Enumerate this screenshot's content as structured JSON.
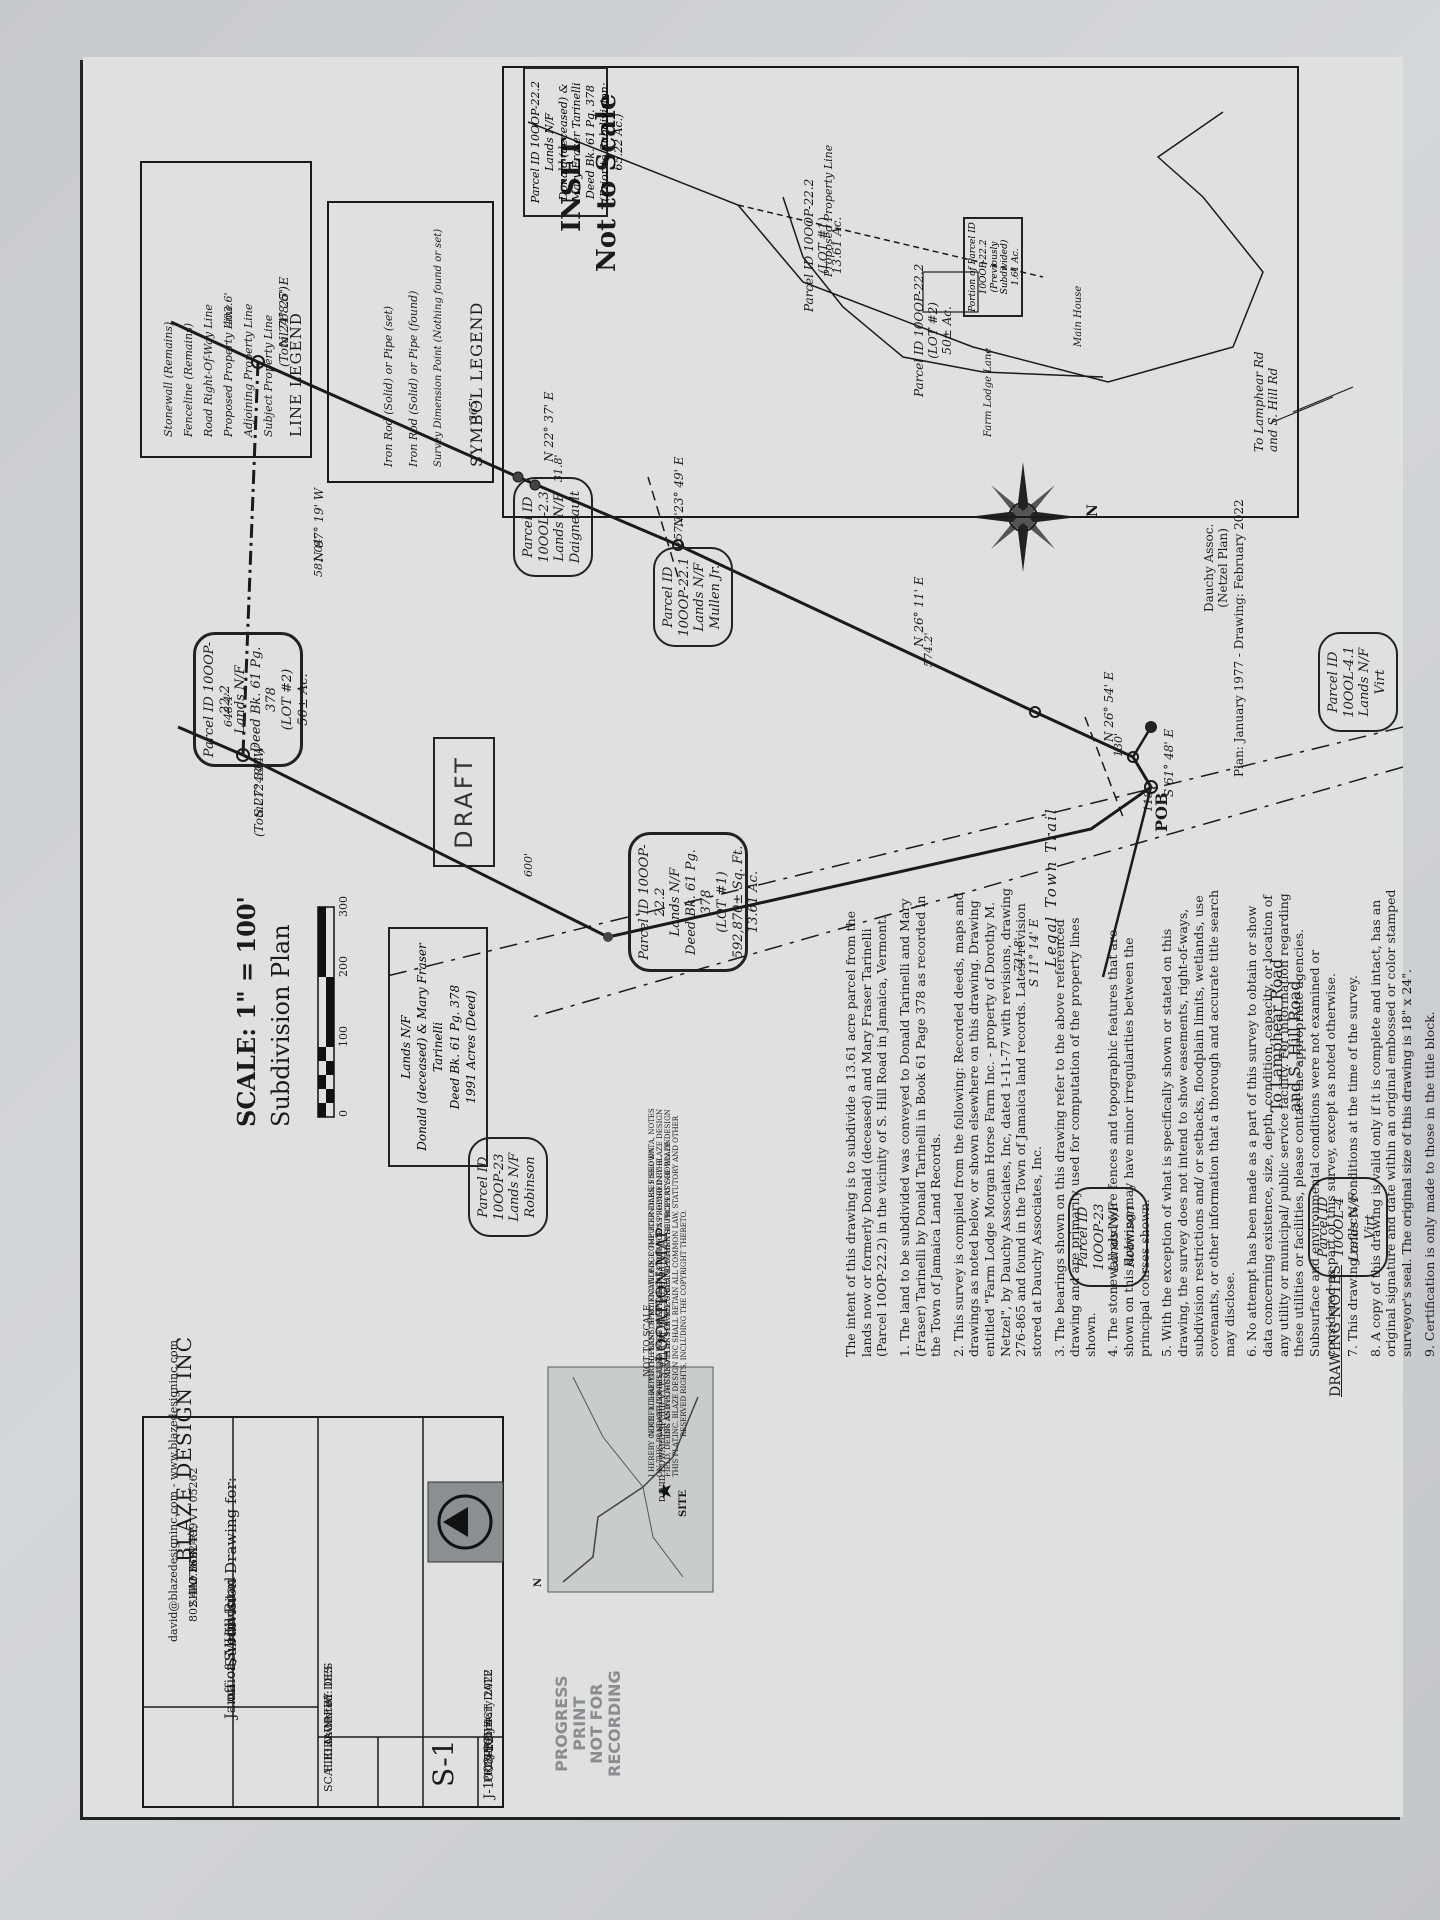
{
  "inset": {
    "title": "INSET",
    "subtitle": "Not to Scale",
    "parcel_box": [
      "Parcel ID 10OOP-22.2",
      "Lands N/F",
      "Donald (deceased) &",
      "Mary Fraser Tarinelli",
      "Deed Bk. 61 Pg. 378",
      "(Prior to Subdivision: 65.22 Ac.)"
    ],
    "lot1": [
      "Parcel ID 10OOP-22.2",
      "(LOT #1)",
      "13.61 Ac."
    ],
    "lot2": [
      "Parcel ID 10OOP-22.2",
      "(LOT #2)",
      "50± Ac."
    ],
    "subdivided": [
      "Portion of Parcel ID",
      "10OOP-22.2",
      "(Previously Subdivided)",
      "1.61 Ac."
    ],
    "proposed_line": "Proposed Property Line",
    "farm_lane": "Farm Lodge Lane",
    "main_house": "Main House",
    "road_label": [
      "To Lamphear Rd",
      "and S. Hill Rd"
    ]
  },
  "reference": {
    "survey_by": "Dauchy Assoc.",
    "survey_plan": "(Netzel Plan)",
    "plan_dates": "Plan: January 1977 - Drawing: February 2022",
    "north": "N"
  },
  "symbol_legend": {
    "title": "SYMBOL LEGEND",
    "items": [
      "Iron Rod (Solid) or Pipe (set)",
      "Iron Rod (Solid) or Pipe (found)",
      "Survey Dimension Point (Nothing found or set)"
    ]
  },
  "line_legend": {
    "title": "LINE LEGEND",
    "items": [
      "Subject Property Line",
      "Adjoining Property Line",
      "Proposed Property Line",
      "Road Right-Of-Way Line",
      "Fenceline (Remains)",
      "Stonewall (Remains)"
    ]
  },
  "parcels": {
    "daigneault": [
      "Parcel ID 10OOL-2.3",
      "Lands N/F",
      "Daigneault"
    ],
    "mullen": [
      "Parcel ID 10OOP-22.1",
      "Lands N/F",
      "Mullen Jr."
    ],
    "virt1": [
      "Parcel ID 10OOL-4.1",
      "Lands N/F",
      "Virt"
    ],
    "virt2": [
      "Parcel ID 10OOL-4",
      "Lands N/F",
      "Virt"
    ],
    "robinson1": [
      "Parcel ID 10OOP-23",
      "Lands N/F",
      "Robinson"
    ],
    "robinson2": [
      "Parcel ID 10OOP-23",
      "Lands N/F",
      "Robinson"
    ],
    "lot1": [
      "Parcel ID 10OOP-22.2",
      "Lands N/F",
      "Deed Bk. 61 Pg. 378",
      "(LOT #1)",
      "592,870± Sq. Ft.",
      "13.61 Ac."
    ],
    "lot2": [
      "Parcel ID 10OOP-22.2",
      "Lands N/F",
      "Deed Bk. 61 Pg. 378",
      "(LOT #2)",
      "50± Ac."
    ],
    "tarinelli": [
      "Lands N/F",
      "Donald (deceased) & Mary Fraser Tarinelli",
      "Deed Bk. 61 Pg. 378",
      "1991 Acres (Deed)"
    ]
  },
  "bearings": {
    "b1": "N 24° 25' E",
    "b1t": "(Total 768.6')",
    "b1d": "403.6'",
    "b1d2": "365'",
    "b2": "N 22° 37' E",
    "b2d": "31.8'",
    "b3": "N 23° 49' E",
    "b3d": "257.2'",
    "b4": "N 26° 11' E",
    "b4d": "574.2'",
    "b5": "N 26° 54' E",
    "b5d": "130'",
    "b6": "S 61° 48' E",
    "b6d": "118'",
    "b7": "S 11° 14' E",
    "b7d": "721.8'",
    "b8": "S 27° 34' W",
    "b8t": "(Total 1248.4')",
    "b8d": "648.4'",
    "b8d2": "600'",
    "b9": "N 87° 19' W",
    "b9d": "581.04'",
    "pob": "POB"
  },
  "road": {
    "trail": "Legal Town Trail",
    "to_road": [
      "To Lamphear Road",
      "and S. Hill Road"
    ]
  },
  "draft": "DRAFT",
  "scale_bar": {
    "ticks": [
      "0",
      "100",
      "200",
      "300"
    ],
    "title": "Subdivision Plan",
    "scale": "SCALE:    1\" = 100'"
  },
  "notes": {
    "title": "DRAWING NOTES",
    "intro": "The intent of this drawing is to subdivide a 13.61 acre parcel from the lands now or formerly Donald (deceased) and Mary Fraser Tarinelli (Parcel 10OP-22.2) in the vicinity of S. Hill Road in Jamaica, Vermont.",
    "items": [
      "1.  The land to be subdivided was conveyed to Donald Tarinelli and Mary (Fraser) Tarinelli by Donald Tarinelli in Book 61 Page 378 as recorded in the Town of Jamaica Land Records.",
      "2.  This survey is compiled from the following: Recorded deeds, maps and drawings as noted below, or shown elsewhere on this drawing. Drawing entitled \"Farm Lodge Morgan Horse Farm Inc. - property of Dorothy M. Netzel\", by Dauchy Associates, Inc, dated 1-11-77 with revisions, drawing 276-865 and found in the Town of Jamaica land records. Latest revision stored at Dauchy Associates, Inc.",
      "3.  The bearings shown on this drawing refer to the above referenced drawing and are primarily used for computation of the property lines shown.",
      "4.  The stonewall and wire fences and topographic features that are shown on this drawing may have minor irregularities between the principal courses shown.",
      "5.  With the exception of what is specifically shown or stated on this drawing, the survey does not intend to show easements, right-of-ways, subdivision restrictions and/ or setbacks, floodplain limits, wetlands, use covenants, or other information that a thorough and accurate title search may disclose.",
      "6.  No attempt has been made as a part of this survey to obtain or show data concerning existence, size, depth, condition, capacity, or location of any utility or municipal/ public service facility. For information regarding these utilities or facilities, please contact the appropriate agencies. Subsurface and environmental conditions were not examined or considered as part of this survey, except as noted otherwise.",
      "7.  This drawing reflects conditions at the time of the survey.",
      "8.  A copy of this drawing is valid only if it is complete and intact, has an original signature and date within an original embossed or color stamped surveyor's seal. The original size of this drawing is 18\" x 24\".",
      "9.  Certification is only made to those in the title block."
    ]
  },
  "location_map": {
    "title": "LOCATION MAP",
    "subtitle": "NOT TO SCALE",
    "site": "SITE",
    "north": "N"
  },
  "title_block": {
    "disclaimer": "NOTE: ALL REPORTS, PLANS, SPECIFICATIONS, COMPUTER FILES, FIELD DATA, NOTES AND OTHER RELATED DOCUMENTS AND INSTRUMENTS PREPARED BY BLAZE DESIGN INC AS INSTRUMENTS OF SERVICE SHALL REMAIN THE PROPERTY OF BLAZE DESIGN INC. BLAZE DESIGN INC SHALL RETAIN ALL COMMON LAW, STATUTORY AND OTHER RESERVED RIGHTS, INCLUDING THE COPYRIGHT THERETO.",
    "cert": "I HEREBY CERTIFY THAT TO THE BEST OF MY KNOWLEDGE THE BOUNDARIES SHOWN ON THIS PLAT ARE CONSISTENT WITH THE PHYSICAL EVIDENCE AS FOUND IN THE FIELD, DEEDS AND PLATS AND PLANS OF RECORD AND OTHER SOURCES AS SHOWN ON THIS PLAT.",
    "surveyor": "DAVID EDWARD SPURR   VT L.S. #713   NY P.L.S. #050796",
    "company": "BLAZE DESIGN INC",
    "address": [
      "PO BOX 499",
      "SHAFTSBURY, VT 05262",
      "802.442.3692"
    ],
    "contact": "david@blazedesigninc.com - www.blazedesigninc.com",
    "drawing_for": "Subdivision Drawing for:",
    "location": [
      "off of S. Hill Road",
      "Jamaica, Vermont"
    ],
    "drawn_by": "DRAWN BY:  DES",
    "field_crew": "FIELD CREW:  DES",
    "scale": "SCALE:        As Noted",
    "sheet": "S-1",
    "project_date": "PROJECT DATE",
    "date": "25 February 2022",
    "project_no_label": "PROJECT #:",
    "project_no": "J-1008-22",
    "stamp": [
      "PROGRESS",
      "PRINT",
      "NOT FOR",
      "RECORDING"
    ]
  }
}
